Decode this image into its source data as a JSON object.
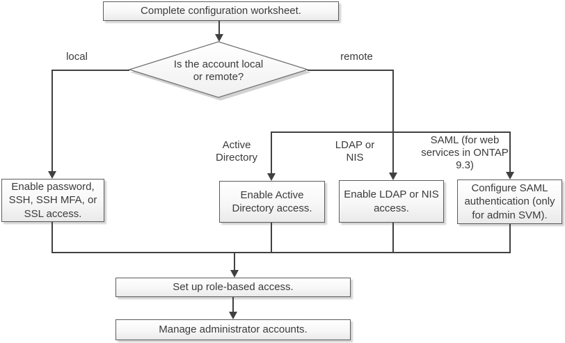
{
  "flowchart": {
    "start": {
      "label": "Complete configuration worksheet."
    },
    "decision": {
      "label_line1": "Is the account local",
      "label_line2": "or remote?"
    },
    "branch_labels": {
      "local": "local",
      "remote": "remote",
      "active_directory": "Active Directory",
      "ldap_nis": "LDAP or NIS",
      "saml": "SAML (for web services in ONTAP 9.3)"
    },
    "processes": {
      "enable_password": "Enable password, SSH, SSH MFA, or SSL access.",
      "enable_active_directory": "Enable Active Directory access.",
      "enable_ldap_nis": "Enable LDAP or NIS access.",
      "configure_saml": "Configure SAML authentication (only for admin SVM).",
      "role_based_access": "Set up role-based access.",
      "manage_admin_accounts": "Manage administrator accounts."
    },
    "colors": {
      "connector": "#404040",
      "node_border": "#5a5a5a",
      "node_fill_top": "#ffffff",
      "node_fill_bottom": "#eaeaea",
      "diamond_shadow": "#d2d2d2",
      "text": "#3a3a3a"
    }
  }
}
